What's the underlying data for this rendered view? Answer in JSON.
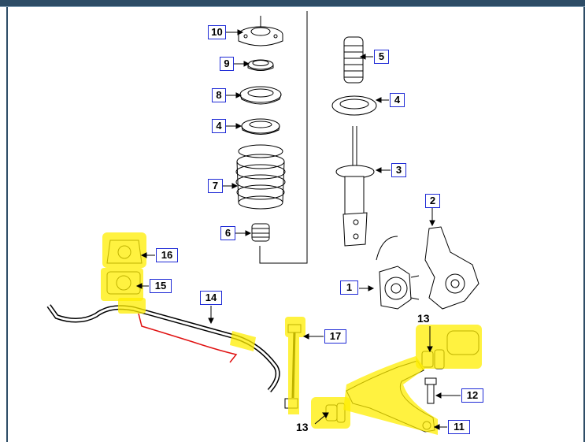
{
  "callouts": {
    "c10": "10",
    "c9": "9",
    "c8": "8",
    "c4a": "4",
    "c7": "7",
    "c6": "6",
    "c5": "5",
    "c4b": "4",
    "c3": "3",
    "c2": "2",
    "c1": "1",
    "c16": "16",
    "c15": "15",
    "c14": "14",
    "c17": "17",
    "c12": "12",
    "c11": "11"
  },
  "plain_labels": {
    "p13_top": "13",
    "p13_bottom": "13"
  },
  "colors": {
    "callout_border": "#1f2bd6",
    "highlight": "#ffee00",
    "annotation": "#e01010",
    "frame": "#2d4c66",
    "line": "#000000"
  }
}
